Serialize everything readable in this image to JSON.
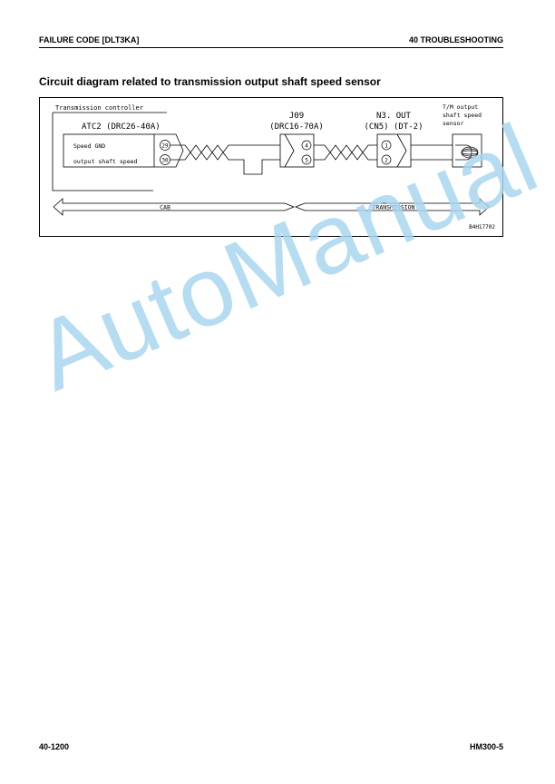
{
  "header": {
    "left": "FAILURE CODE [DLT3KA]",
    "right": "40 TROUBLESHOOTING"
  },
  "section_title": "Circuit diagram related to transmission output shaft speed sensor",
  "diagram": {
    "controller_label": "Transmission controller",
    "atc2_label": "ATC2 (DRC26-40A)",
    "signal_gnd": "Speed GND",
    "signal_out": "output shaft speed",
    "pin_29": "29",
    "pin_30": "30",
    "j09_name": "J09",
    "j09_type": "(DRC16-70A)",
    "pin_4": "4",
    "pin_5": "5",
    "n3_name": "N3. OUT",
    "n3_type": "(CN5) (DT-2)",
    "pin_1": "1",
    "pin_2": "2",
    "sensor_line1": "T/M output",
    "sensor_line2": "shaft speed",
    "sensor_line3": "sensor",
    "cab_label": "CAB",
    "transmission_label": "TRANSMISSION",
    "figure_code": "B4H17702"
  },
  "watermark": "AutoManual",
  "footer": {
    "page_number": "40-1200",
    "model": "HM300-5"
  }
}
